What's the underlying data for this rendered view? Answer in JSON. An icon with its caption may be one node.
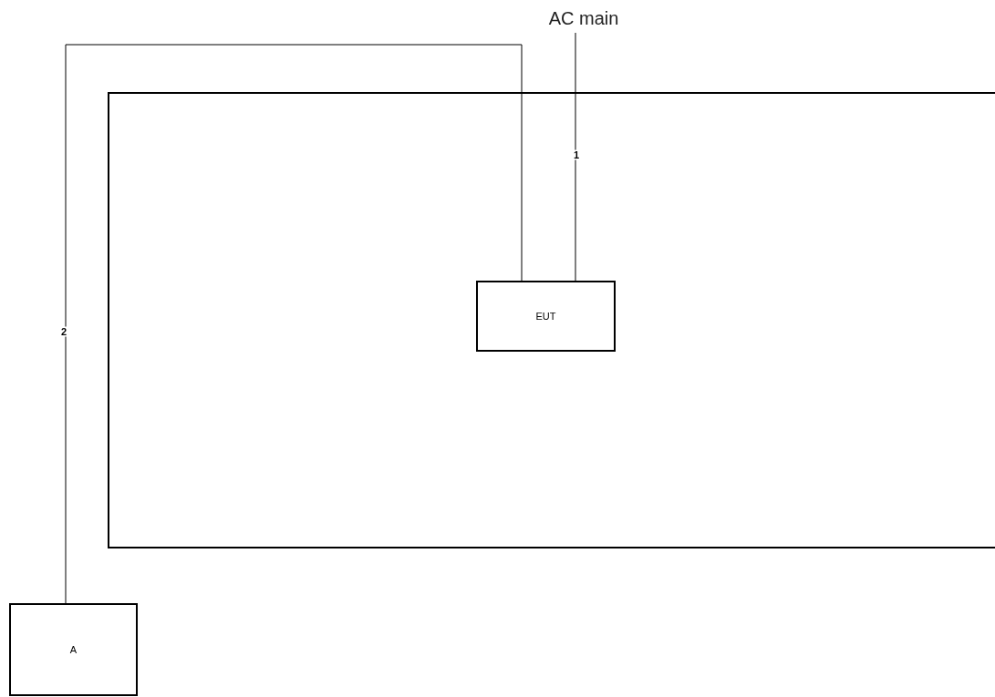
{
  "diagram": {
    "nodes": [
      {
        "text": [
          "AC main"
        ]
      },
      {
        "text": [],
        "shape": "box"
      },
      {
        "text": [
          "EUT"
        ],
        "in": 1
      },
      {
        "text": [
          "A"
        ]
      }
    ],
    "edges": [
      {
        "from": 0,
        "to": 2,
        "arrow": "none",
        "label": "1"
      },
      {
        "from": 2,
        "to": 3,
        "arrow": "none",
        "label": "2"
      }
    ]
  }
}
